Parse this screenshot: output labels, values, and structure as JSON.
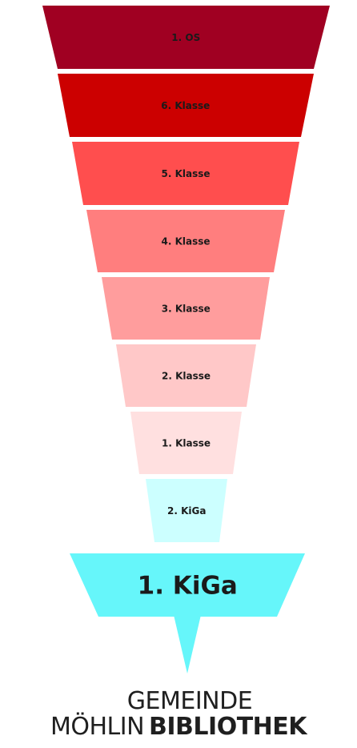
{
  "levels": [
    {
      "label": "1. OS",
      "color": "#a00022"
    },
    {
      "label": "6. Klasse",
      "color": "#cc0000"
    },
    {
      "label": "5. Klasse",
      "color": "#ff4e4e"
    },
    {
      "label": "4. Klasse",
      "color": "#ff7e7e"
    },
    {
      "label": "3. Klasse",
      "color": "#ff9d9d"
    },
    {
      "label": "2. Klasse",
      "color": "#ffc8c8"
    },
    {
      "label": "1. Klasse",
      "color": "#ffe0e0"
    },
    {
      "label": "2. KiGa",
      "color": "#ccffff"
    },
    {
      "label": "1. KiGa",
      "color": "#66f6fa"
    }
  ],
  "logo": {
    "line1": "GEMEINDE",
    "line2_light": "MÖHLIN",
    "line2_bold": "BIBLIOTHEK"
  }
}
